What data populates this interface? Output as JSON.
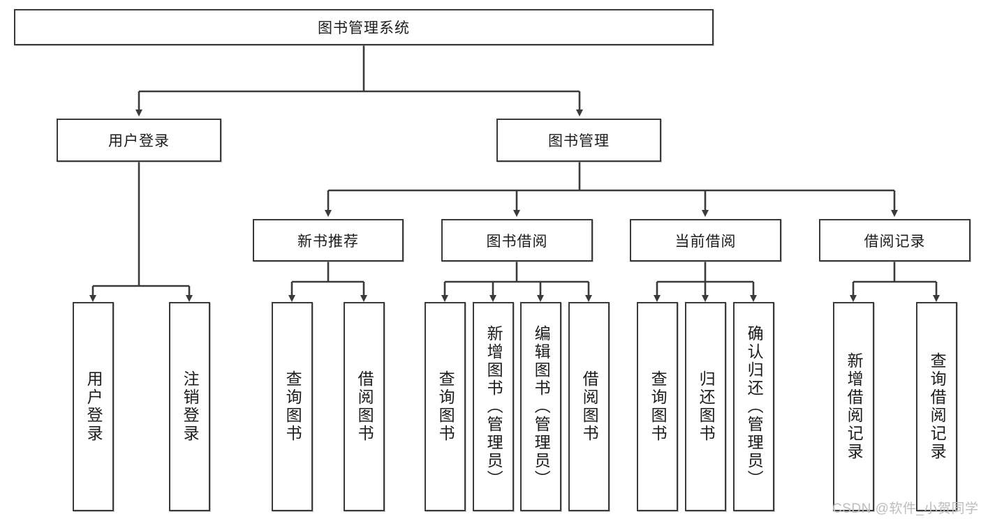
{
  "diagram": {
    "title_node": {
      "label": "图书管理系统"
    },
    "level2": [
      {
        "id": "user-login",
        "label": "用户登录"
      },
      {
        "id": "book-manage",
        "label": "图书管理"
      }
    ],
    "level3": [
      {
        "id": "new-book-recommend",
        "label": "新书推荐"
      },
      {
        "id": "book-borrow",
        "label": "图书借阅"
      },
      {
        "id": "current-borrow",
        "label": "当前借阅"
      },
      {
        "id": "borrow-record",
        "label": "借阅记录"
      }
    ],
    "leaves": [
      {
        "id": "leaf-user-login",
        "label": "用户登录"
      },
      {
        "id": "leaf-logout-login",
        "label": "注销登录"
      },
      {
        "id": "leaf-query-book-1",
        "label": "查询图书"
      },
      {
        "id": "leaf-borrow-book-1",
        "label": "借阅图书"
      },
      {
        "id": "leaf-query-book-2",
        "label": "查询图书"
      },
      {
        "id": "leaf-add-book",
        "label": "新增图书（管理员）"
      },
      {
        "id": "leaf-edit-book",
        "label": "编辑图书（管理员）"
      },
      {
        "id": "leaf-borrow-book-2",
        "label": "借阅图书"
      },
      {
        "id": "leaf-query-book-3",
        "label": "查询图书"
      },
      {
        "id": "leaf-return-book",
        "label": "归还图书"
      },
      {
        "id": "leaf-confirm-return",
        "label": "确认归还（管理员）"
      },
      {
        "id": "leaf-add-record",
        "label": "新增借阅记录"
      },
      {
        "id": "leaf-query-record",
        "label": "查询借阅记录"
      }
    ]
  },
  "watermark": {
    "text": "CSDN @软件_小贺同学"
  },
  "colors": {
    "stroke": "#3a3a3a",
    "text": "#1c1c1c",
    "background": "#ffffff",
    "watermark": "#bdbdbd"
  }
}
